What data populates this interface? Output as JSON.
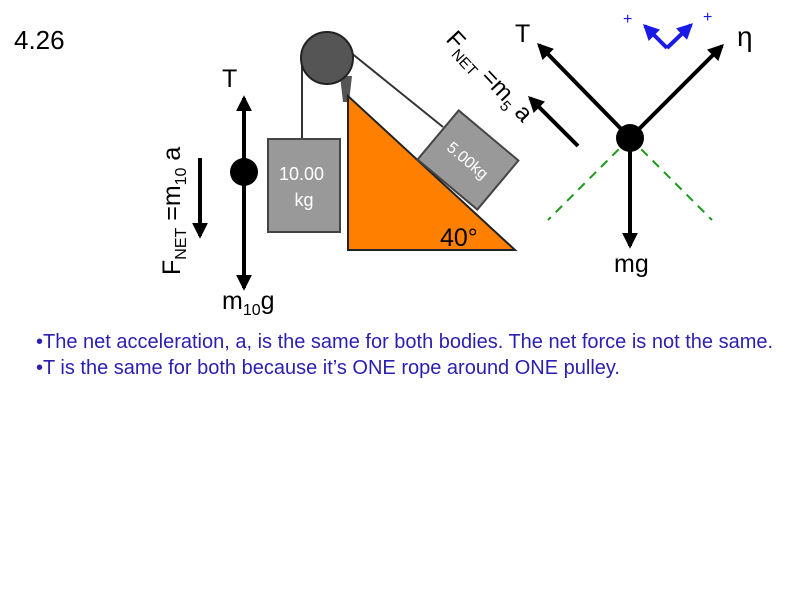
{
  "problem_number": "4.26",
  "colors": {
    "ramp": "#ff8000",
    "block": "#999999",
    "pulley": "#555555",
    "axes": "#1a1ae6",
    "dashed": "#1a9a1a",
    "notes_text": "#2b1fb0"
  },
  "pulley_system": {
    "hanging_block_label": [
      "10.00",
      "kg"
    ],
    "incline_block_label": "5.00kg",
    "incline_angle": "40°"
  },
  "hanging_fbd": {
    "tension": "T",
    "weight": {
      "main": "m",
      "sub": "10",
      "tail": "g"
    },
    "net_force": {
      "F": "F",
      "F_sub": "NET",
      "eq": " =m",
      "m_sub": "10",
      "tail": " a"
    }
  },
  "incline_net_force": {
    "F": "F",
    "F_sub": "NET",
    "eq": " =m",
    "m_sub": "5",
    "tail": " a"
  },
  "incline_fbd": {
    "tension": "T",
    "normal": "η",
    "weight": "mg",
    "axis_plus_x": "+",
    "axis_plus_y": "+"
  },
  "notes": [
    "•The net acceleration, a, is the same for both bodies. The net force is not the same.",
    "•T is the same for both because it’s ONE rope around ONE pulley."
  ]
}
